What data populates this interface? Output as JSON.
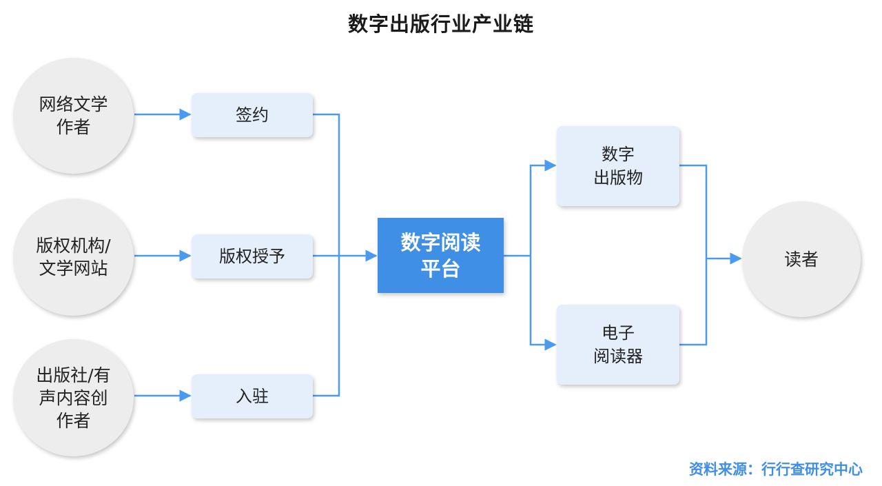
{
  "title": "数字出版行业产业链",
  "sources": [
    {
      "id": "web-author",
      "label": "网络文学\n作者"
    },
    {
      "id": "copyright-org",
      "label": "版权机构/\n文学网站"
    },
    {
      "id": "publisher",
      "label": "出版社/有\n声内容创\n作者"
    }
  ],
  "actions": [
    {
      "id": "sign",
      "label": "签约"
    },
    {
      "id": "license",
      "label": "版权授予"
    },
    {
      "id": "join",
      "label": "入驻"
    }
  ],
  "platform": {
    "label": "数字阅读\n平台"
  },
  "products": [
    {
      "id": "digital-publication",
      "label": "数字\n出版物"
    },
    {
      "id": "e-reader",
      "label": "电子\n阅读器"
    }
  ],
  "reader": {
    "label": "读者"
  },
  "source_note": "资料来源：行行查研究中心",
  "colors": {
    "accent": "#3e8fe5",
    "box_fill": "#e5effb",
    "circle_fill": "#ededed",
    "line": "#4a9af0"
  }
}
